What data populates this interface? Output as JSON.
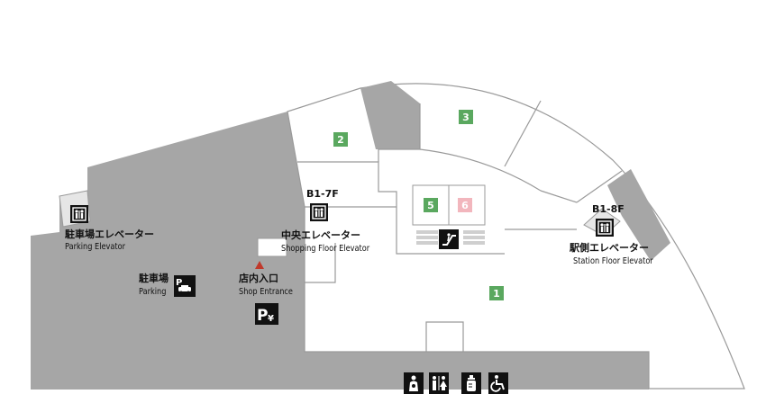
{
  "colors": {
    "shop_green": "#5aa85f",
    "shop_pink": "#f2b6bd",
    "facility_gray": "#a6a6a6",
    "wall": "#9a9a9a",
    "icon_black": "#111111",
    "entrance_marker": "#c0392b"
  },
  "shops": [
    {
      "number": "1",
      "color_key": "shop_green"
    },
    {
      "number": "2",
      "color_key": "shop_green"
    },
    {
      "number": "3",
      "color_key": "shop_green"
    },
    {
      "number": "5",
      "color_key": "shop_green"
    },
    {
      "number": "6",
      "color_key": "shop_pink"
    }
  ],
  "elevators": {
    "parking": {
      "label_jp": "駐車場エレベーター",
      "label_en": "Parking Elevator",
      "icon": "elevator-icon"
    },
    "central": {
      "floors": "B1-7F",
      "label_jp": "中央エレベーター",
      "label_en": "Shopping Floor Elevator",
      "icon": "elevator-icon"
    },
    "station": {
      "floors": "B1-8F",
      "label_jp": "駅側エレベーター",
      "label_en": "Station Floor Elevator",
      "icon": "elevator-icon"
    }
  },
  "parking": {
    "label_jp": "駐車場",
    "label_en": "Parking",
    "icon": "parking-car-icon"
  },
  "shop_entrance": {
    "label_jp": "店内入口",
    "label_en": "Shop Entrance",
    "paid_parking_icon": "parking-yen-icon",
    "marker_icon": "entrance-triangle-icon"
  },
  "escalator": {
    "icon": "escalator-icon"
  },
  "facilities": [
    {
      "name": "nursing-room",
      "icon": "nursing-room-icon"
    },
    {
      "name": "restroom",
      "icon": "restroom-icon"
    },
    {
      "name": "baby-bottle",
      "icon": "baby-bottle-icon"
    },
    {
      "name": "accessible",
      "icon": "wheelchair-icon"
    }
  ]
}
